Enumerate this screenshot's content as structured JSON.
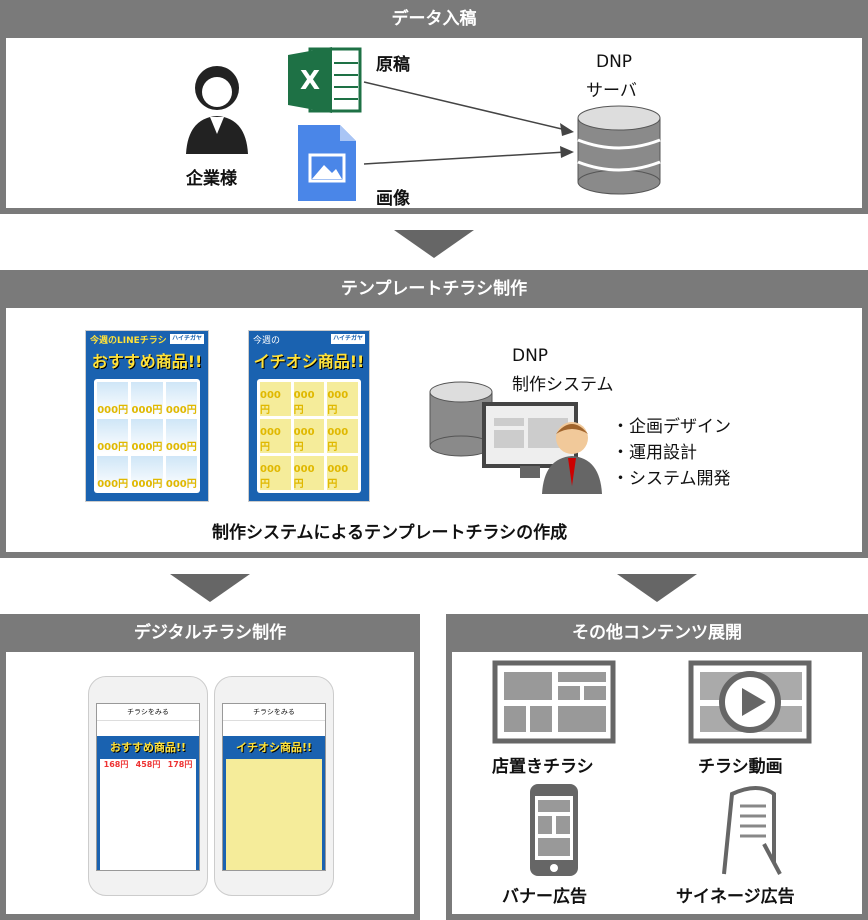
{
  "sections": {
    "data_input": {
      "title": "データ入稿",
      "client_label": "企業様",
      "manuscript_label": "原稿",
      "image_label": "画像",
      "server_label_1": "DNP",
      "server_label_2": "サーバ"
    },
    "template": {
      "title": "テンプレートチラシ制作",
      "system_label_1": "DNP",
      "system_label_2": "制作システム",
      "bullets": [
        "・企画デザイン",
        "・運用設計",
        "・システム開発"
      ],
      "caption": "制作システムによるテンプレートチラシの作成",
      "flyer1": {
        "title1": "今週のLINEチラシ",
        "title2": "おすすめ商品!!",
        "price": "000円",
        "brand": "ハイチガヤ"
      },
      "flyer2": {
        "title1": "今週の",
        "title2": "イチオシ商品!!",
        "price": "000円",
        "brand": "ハイチガヤ"
      }
    },
    "digital": {
      "title": "デジタルチラシ制作",
      "phone_bar": "チラシをみる",
      "phone1_title": "おすすめ商品!!",
      "phone2_title": "イチオシ商品!!",
      "prices": [
        "168円",
        "458円",
        "178円"
      ]
    },
    "other": {
      "title": "その他コンテンツ展開",
      "items": [
        "店置きチラシ",
        "チラシ動画",
        "バナー広告",
        "サイネージ広告"
      ]
    }
  },
  "colors": {
    "header": "#7a7a7a",
    "flyer_blue": "#1a62b0",
    "excel_green": "#1e7145",
    "image_blue": "#4a86e8"
  }
}
